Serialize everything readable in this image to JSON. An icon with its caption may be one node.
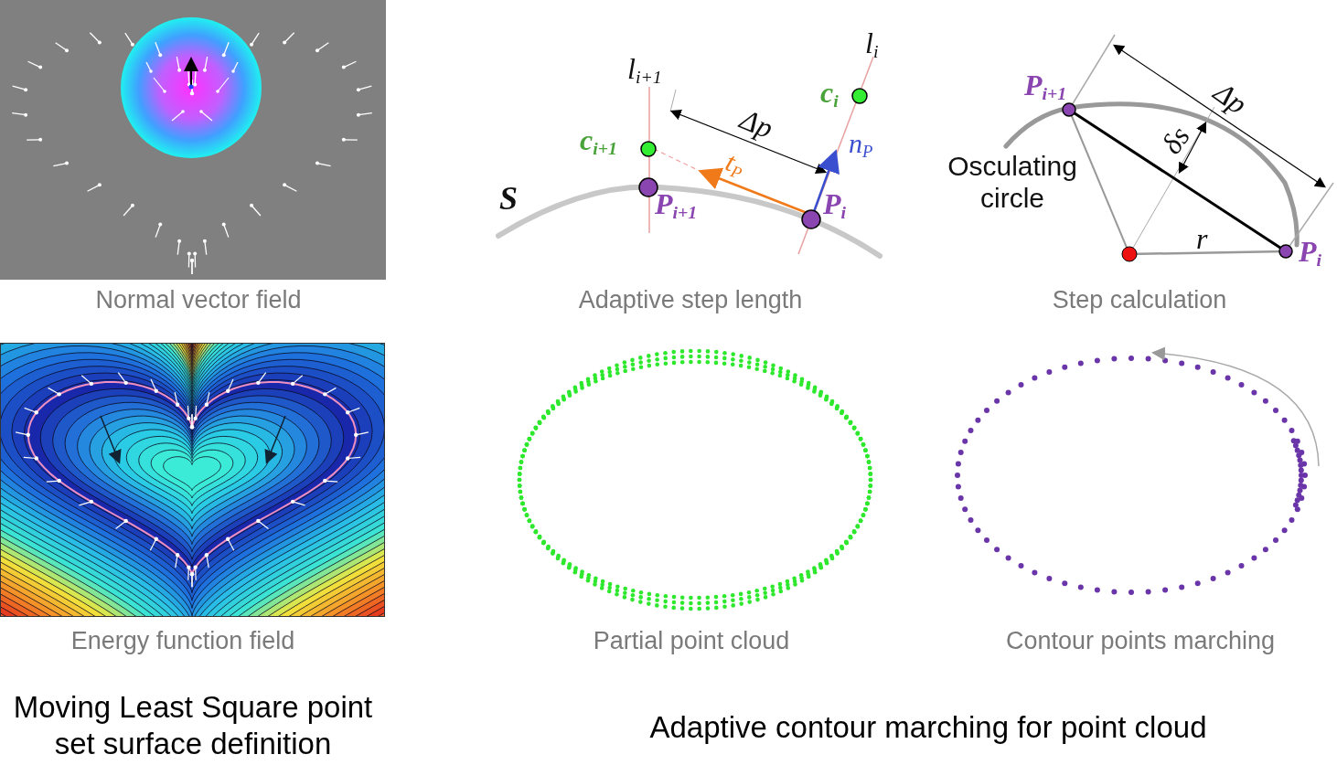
{
  "diagram": {
    "labels": [
      "Normal vector field",
      "l$_{i+1}$",
      "l$_{i}$",
      "c$_{i}$",
      "Δp",
      "c$_{i+1}$",
      "n$_{P}$",
      "t$_{P}$",
      "S",
      "P$_{i+1}$",
      "P$_{i}$",
      "Adaptive step length",
      "P$_{i+1}$",
      "Δp",
      "δs",
      "Osculating circle",
      "r",
      "P$_{i}$",
      "Step calculation",
      "Energy function field",
      "Partial point cloud",
      "Contour points marching",
      "Moving Least Square point set surface definition",
      "Adaptive contour marching for point cloud"
    ]
  }
}
